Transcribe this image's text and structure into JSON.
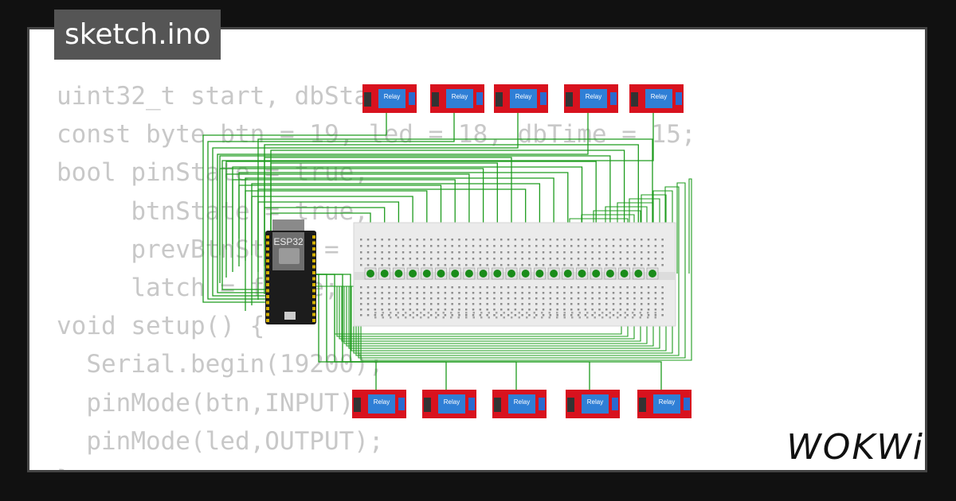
{
  "tab": {
    "title": "sketch.ino"
  },
  "code": {
    "lines": [
      "uint32_t start, dbStart;",
      "const byte btn = 19, led = 18, dbTime = 15;",
      "bool pinState = true,",
      "     btnState = true,",
      "     prevBtnState = true,",
      "     latch = false;",
      "void setup() {",
      "  Serial.begin(19200);",
      "  pinMode(btn,INPUT);",
      "  pinMode(led,OUTPUT);",
      "}"
    ]
  },
  "board": {
    "label": "ESP32"
  },
  "relay": {
    "label": "Relay"
  },
  "logo": {
    "text": "WOKWi"
  },
  "colors": {
    "wire": "#1e9c1e",
    "relay_pcb": "#d8121e",
    "relay_blue": "#2f7fd6",
    "button": "#1a8c1a"
  }
}
